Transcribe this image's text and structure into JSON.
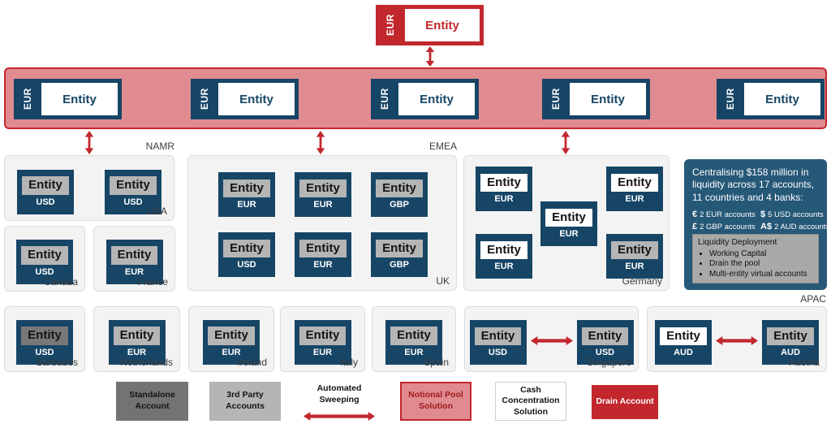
{
  "colors": {
    "navy": "#164566",
    "info_navy": "#265878",
    "red": "#c2272d",
    "pink": "#e08b90",
    "gray_third_party": "#b5b5b5",
    "gray_standalone": "#737373",
    "group_bg": "#f3f3f3"
  },
  "top_entity": {
    "currency": "EUR",
    "label": "Entity"
  },
  "pool_band": {
    "entities": [
      {
        "currency": "EUR",
        "label": "Entity"
      },
      {
        "currency": "EUR",
        "label": "Entity"
      },
      {
        "currency": "EUR",
        "label": "Entity"
      },
      {
        "currency": "EUR",
        "label": "Entity"
      },
      {
        "currency": "EUR",
        "label": "Entity"
      }
    ]
  },
  "region_labels": {
    "namr": "NAMR",
    "emea": "EMEA",
    "apac": "APAC"
  },
  "groups": [
    {
      "id": "usa",
      "country": "USA",
      "layout": "row",
      "entities": [
        {
          "label": "Entity",
          "currency": "USD",
          "type": "third-party"
        },
        {
          "label": "Entity",
          "currency": "USD",
          "type": "third-party"
        }
      ]
    },
    {
      "id": "canada",
      "country": "Canada",
      "layout": "single",
      "entities": [
        {
          "label": "Entity",
          "currency": "USD",
          "type": "third-party"
        }
      ]
    },
    {
      "id": "france",
      "country": "France",
      "layout": "single",
      "entities": [
        {
          "label": "Entity",
          "currency": "EUR",
          "type": "third-party"
        }
      ]
    },
    {
      "id": "uk",
      "country": "UK",
      "layout": "grid",
      "entities": [
        {
          "label": "Entity",
          "currency": "EUR",
          "type": "third-party"
        },
        {
          "label": "Entity",
          "currency": "EUR",
          "type": "third-party"
        },
        {
          "label": "Entity",
          "currency": "GBP",
          "type": "third-party"
        },
        {
          "label": "Entity",
          "currency": "USD",
          "type": "third-party"
        },
        {
          "label": "Entity",
          "currency": "EUR",
          "type": "third-party"
        },
        {
          "label": "Entity",
          "currency": "GBP",
          "type": "third-party"
        }
      ]
    },
    {
      "id": "germany",
      "country": "Germany",
      "layout": "custom",
      "entities": [
        {
          "label": "Entity",
          "currency": "EUR",
          "type": "concentration"
        },
        {
          "label": "Entity",
          "currency": "EUR",
          "type": "concentration"
        },
        {
          "label": "Entity",
          "currency": "EUR",
          "type": "concentration"
        },
        {
          "label": "Entity",
          "currency": "EUR",
          "type": "concentration"
        },
        {
          "label": "Entity",
          "currency": "EUR",
          "type": "third-party"
        }
      ]
    },
    {
      "id": "barbados",
      "country": "Barbados",
      "layout": "single",
      "entities": [
        {
          "label": "Entity",
          "currency": "USD",
          "type": "standalone"
        }
      ]
    },
    {
      "id": "netherlands",
      "country": "Netherlands",
      "layout": "single",
      "entities": [
        {
          "label": "Entity",
          "currency": "EUR",
          "type": "third-party"
        }
      ]
    },
    {
      "id": "ireland",
      "country": "Ireland",
      "layout": "single",
      "entities": [
        {
          "label": "Entity",
          "currency": "EUR",
          "type": "third-party"
        }
      ]
    },
    {
      "id": "italy",
      "country": "Italy",
      "layout": "single",
      "entities": [
        {
          "label": "Entity",
          "currency": "EUR",
          "type": "third-party"
        }
      ]
    },
    {
      "id": "spain",
      "country": "Spain",
      "layout": "single",
      "entities": [
        {
          "label": "Entity",
          "currency": "EUR",
          "type": "third-party"
        }
      ]
    },
    {
      "id": "singapore",
      "country": "Singapore",
      "layout": "pair",
      "arrow_between": true,
      "entities": [
        {
          "label": "Entity",
          "currency": "USD",
          "type": "third-party"
        },
        {
          "label": "Entity",
          "currency": "USD",
          "type": "third-party"
        }
      ]
    },
    {
      "id": "austria",
      "country": "Austria",
      "layout": "pair",
      "arrow_between": true,
      "entities": [
        {
          "label": "Entity",
          "currency": "AUD",
          "type": "concentration"
        },
        {
          "label": "Entity",
          "currency": "AUD",
          "type": "third-party"
        }
      ]
    }
  ],
  "info_box": {
    "title": "Centralising $158 million in liquidity across 17 accounts, 11 countries and 4 banks:",
    "accounts": [
      {
        "symbol": "€",
        "text": "2 EUR accounts"
      },
      {
        "symbol": "$",
        "text": "5 USD accounts"
      },
      {
        "symbol": "£",
        "text": "2 GBP accounts"
      },
      {
        "symbol": "A$",
        "text": "2 AUD accounts"
      }
    ],
    "deployment": {
      "title": "Liquidity Deployment",
      "items": [
        "Working Capital",
        "Drain the pool",
        "Multi-entity virtual accounts"
      ]
    }
  },
  "legend": {
    "standalone": "Standalone Account",
    "third_party": "3rd Party Accounts",
    "sweeping": "Automated Sweeping",
    "notional": "Notional Pool Solution",
    "concentration": "Cash Concentration Solution",
    "drain": "Drain Account"
  }
}
